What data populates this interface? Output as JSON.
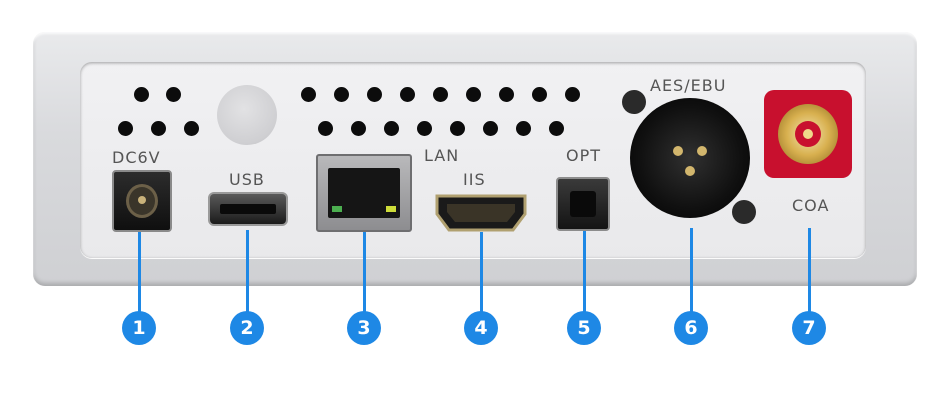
{
  "ports": [
    {
      "number": "1",
      "label": "DC6V"
    },
    {
      "number": "2",
      "label": "USB"
    },
    {
      "number": "3",
      "label": "LAN"
    },
    {
      "number": "4",
      "label": "IIS"
    },
    {
      "number": "5",
      "label": "OPT"
    },
    {
      "number": "6",
      "label": "AES/EBU"
    },
    {
      "number": "7",
      "label": "COA"
    }
  ],
  "colors": {
    "callout": "#1e88e5",
    "rca_red": "#c8102e"
  }
}
